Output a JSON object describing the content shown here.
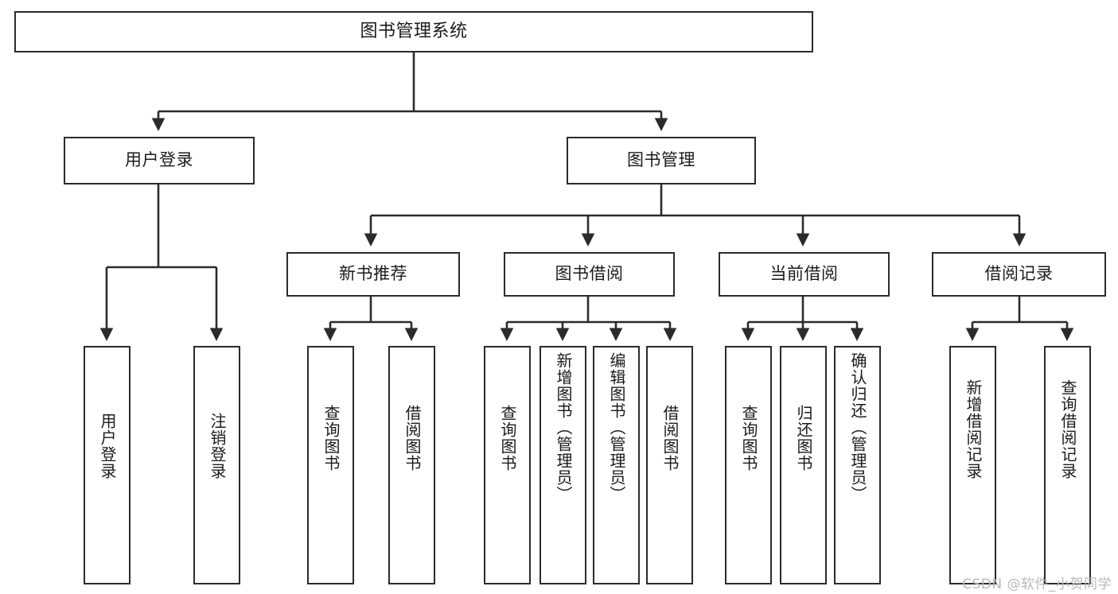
{
  "diagram": {
    "type": "tree-hierarchy",
    "title": "图书管理系统",
    "background_color": "#ffffff",
    "line_color": "#2b2b2b",
    "text_color": "#1b1b1b",
    "watermark": "CSDN @软件_小贺同学"
  },
  "nodes": {
    "root": {
      "label": "图书管理系统"
    },
    "level1": [
      {
        "label": "用户登录"
      },
      {
        "label": "图书管理"
      }
    ],
    "level2": [
      {
        "label": "新书推荐"
      },
      {
        "label": "图书借阅"
      },
      {
        "label": "当前借阅"
      },
      {
        "label": "借阅记录"
      }
    ],
    "leaves": {
      "user_login": [
        {
          "label": "用户登录"
        },
        {
          "label": "注销登录"
        }
      ],
      "new_book_recommend": [
        {
          "label": "查询图书"
        },
        {
          "label": "借阅图书"
        }
      ],
      "book_borrow": [
        {
          "label": "查询图书"
        },
        {
          "label": "新增图书（管理员）"
        },
        {
          "label": "编辑图书（管理员）"
        },
        {
          "label": "借阅图书"
        }
      ],
      "current_borrow": [
        {
          "label": "查询图书"
        },
        {
          "label": "归还图书"
        },
        {
          "label": "确认归还（管理员）"
        }
      ],
      "borrow_record": [
        {
          "label": "新增借阅记录"
        },
        {
          "label": "查询借阅记录"
        }
      ]
    }
  }
}
